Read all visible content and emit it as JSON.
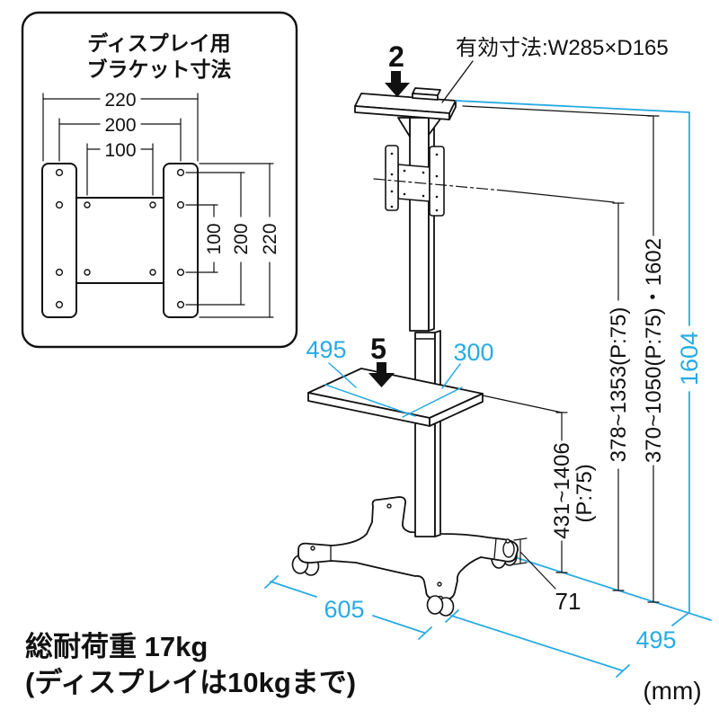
{
  "colors": {
    "line": "#111111",
    "accent": "#29abe2",
    "background": "#ffffff"
  },
  "inset": {
    "title_line1": "ディスプレイ用",
    "title_line2": "ブラケット寸法",
    "h_dims": {
      "outer": "220",
      "mid": "200",
      "inner": "100"
    },
    "v_dims": {
      "inner": "100",
      "mid": "200",
      "outer": "220"
    }
  },
  "stand": {
    "effective_size": "有効寸法:W285×D165",
    "top_step": "2",
    "shelf_step": "5",
    "shelf_width": "495",
    "shelf_depth": "300",
    "shelf_height_range": "431~1406",
    "shelf_height_pitch": "(P:75)",
    "bracket_height_range": "378~1353(P:75)",
    "top_shelf_height": "370~1050(P:75)・1602",
    "total_height": "1604",
    "base_width": "605",
    "base_depth": "495",
    "base_frame_height": "71",
    "unit": "(mm)"
  },
  "footer": {
    "total_load": "総耐荷重 17kg",
    "load_note": "(ディスプレイは10kgまで)"
  }
}
